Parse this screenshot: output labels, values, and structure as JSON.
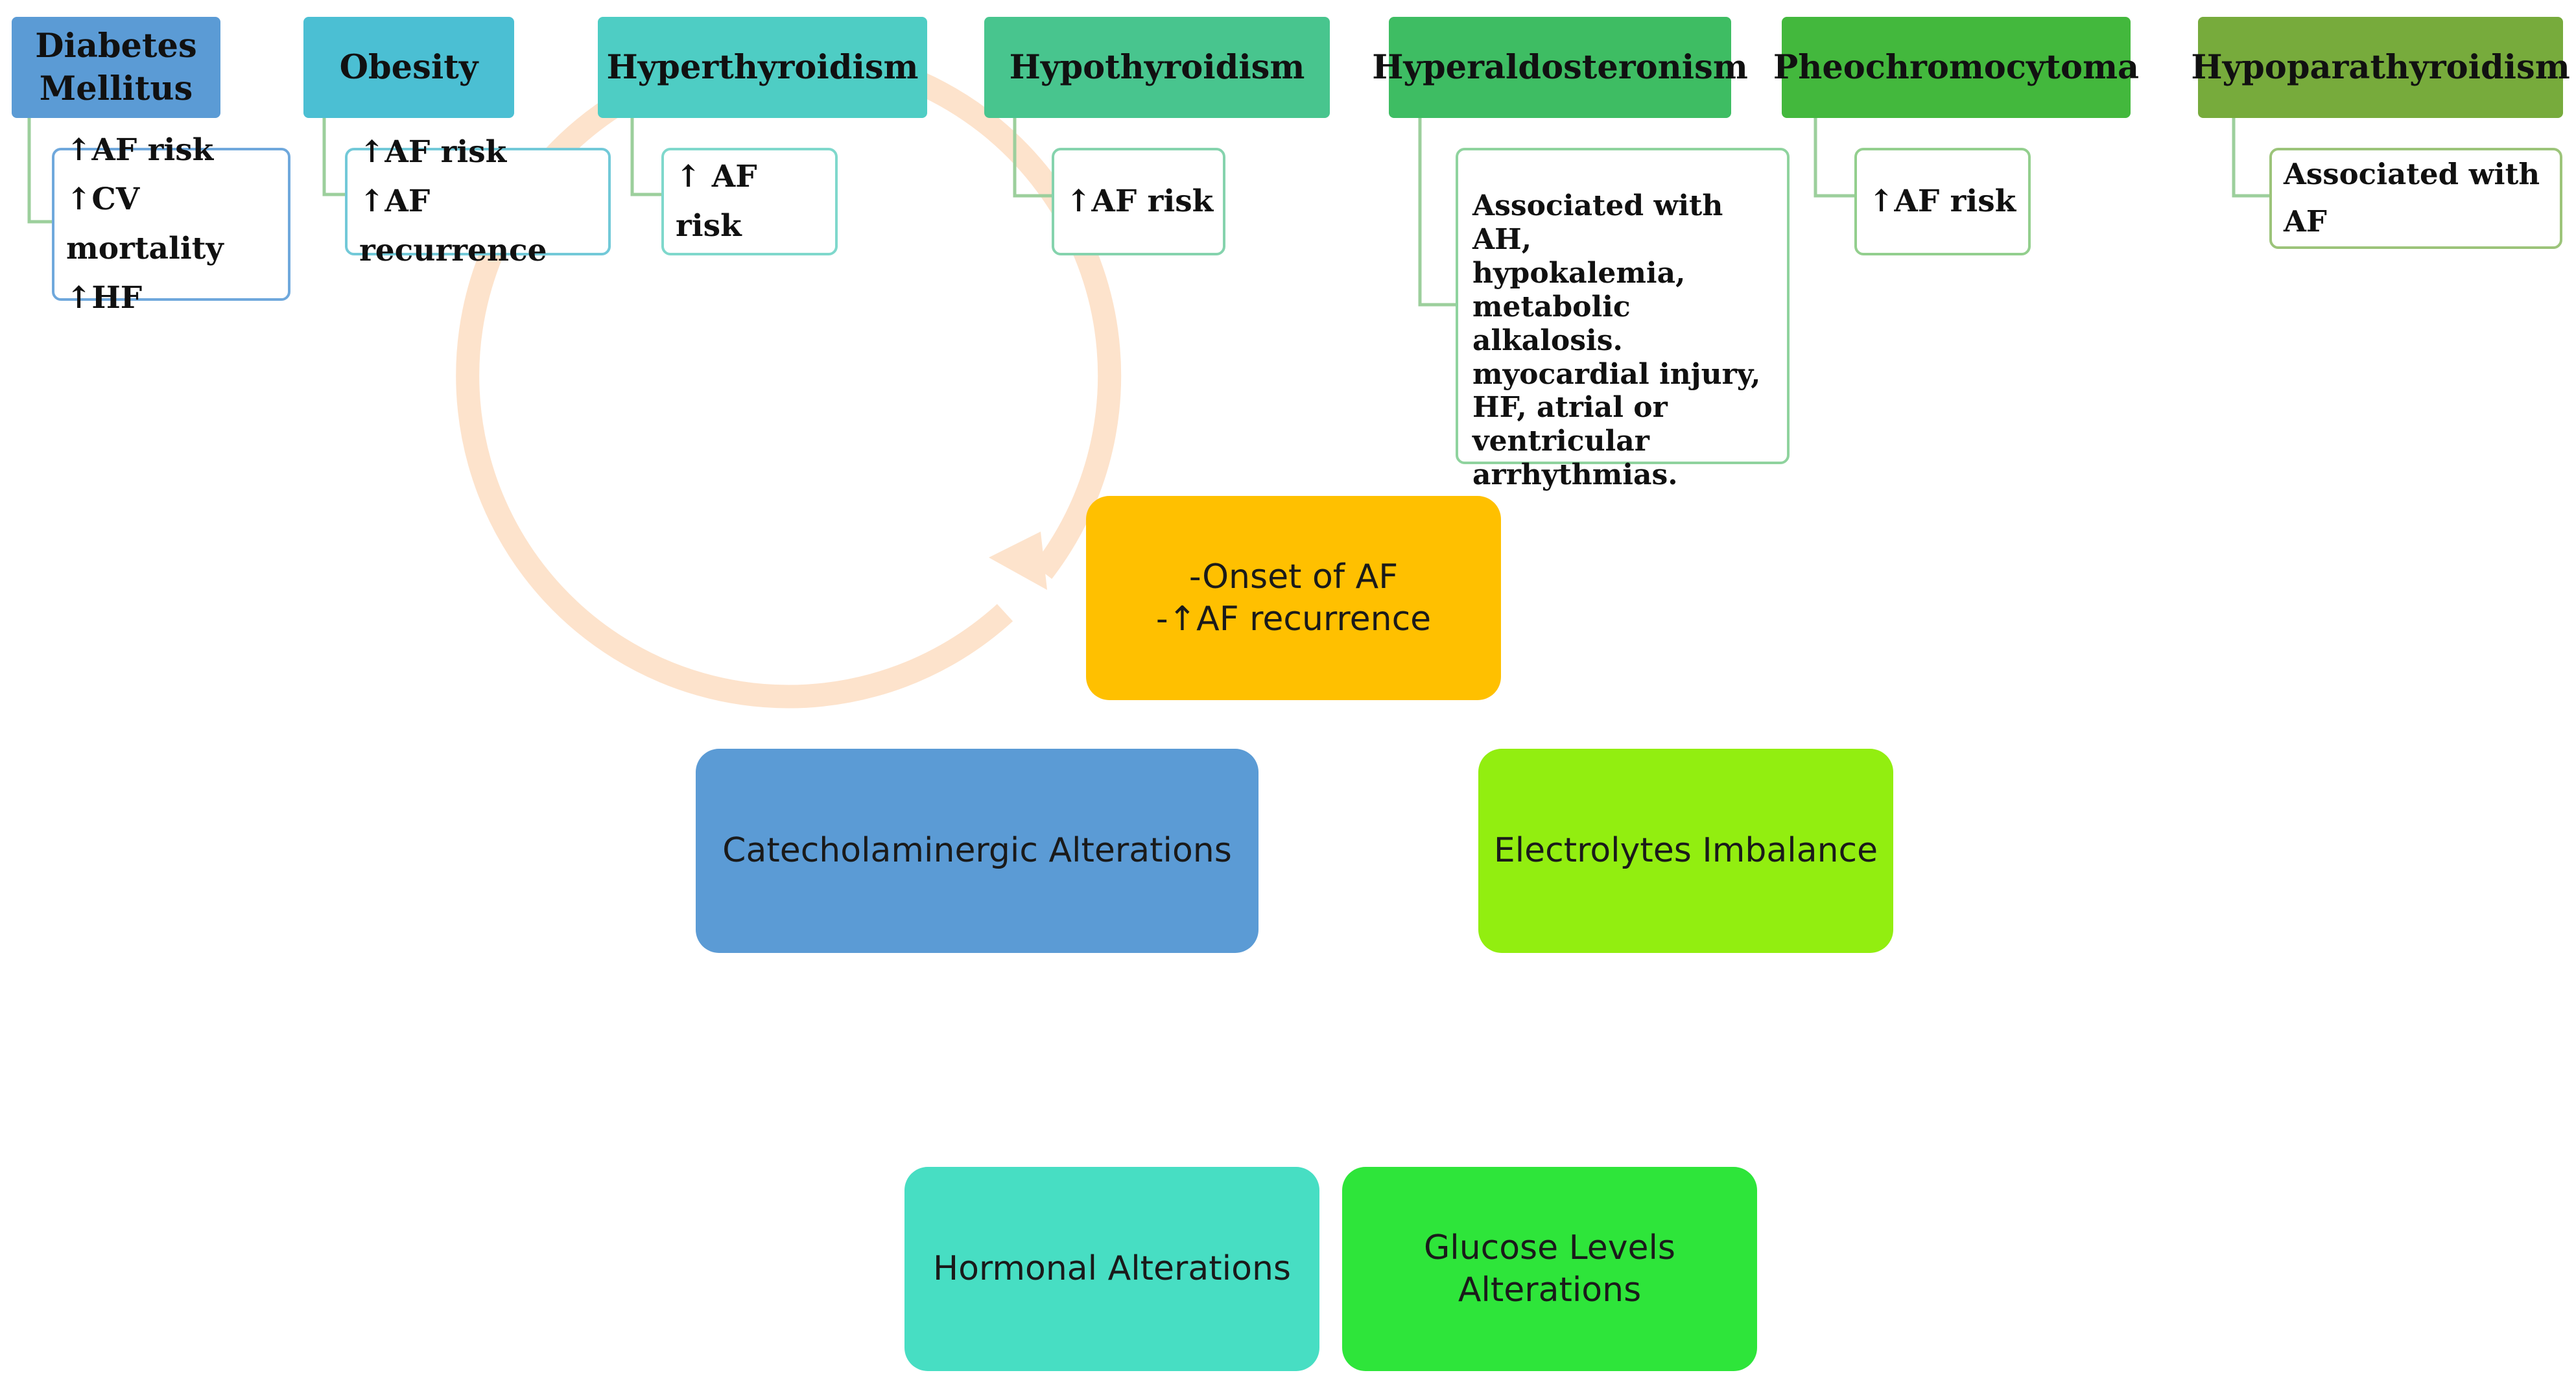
{
  "conditions": [
    {
      "title": "Diabetes\nMellitus",
      "effect": "↑AF risk\n↑CV mortality\n↑HF",
      "header_color": "#5b9bd5",
      "border_color": "#6fa8dc"
    },
    {
      "title": "Obesity",
      "effect": "↑AF risk\n↑AF recurrence",
      "header_color": "#4bbfd3",
      "border_color": "#72c9d8"
    },
    {
      "title": "Hyperthyroidism",
      "effect": "↑ AF risk",
      "header_color": "#4ecdc4",
      "border_color": "#7fd8cc"
    },
    {
      "title": "Hypothyroidism",
      "effect": "↑AF risk",
      "header_color": "#48c58e",
      "border_color": "#85d3ad"
    },
    {
      "title": "Hyperaldosteronism",
      "effect": "Associated with AH,\nhypokalemia,\nmetabolic alkalosis.\nmyocardial injury,\nHF, atrial or\nventricular\narrhythmias.",
      "header_color": "#3ebd63",
      "border_color": "#8fd39e"
    },
    {
      "title": "Pheochromocytoma",
      "effect": "↑AF risk",
      "header_color": "#43b83d",
      "border_color": "#93cf8e"
    },
    {
      "title": "Hypoparathyroidism",
      "effect": "Associated with  AF",
      "header_color": "#77ab3c",
      "border_color": "#9cc47a"
    }
  ],
  "cycle": {
    "center": {
      "label": "-Onset of AF\n-↑AF recurrence",
      "color": "#ffc000"
    },
    "nodes": [
      {
        "label": "Electrolytes Imbalance",
        "color": "#92ee10"
      },
      {
        "label": "Glucose Levels\nAlterations",
        "color": "#2ee53a"
      },
      {
        "label": "Hormonal Alterations",
        "color": "#47dec3"
      },
      {
        "label": "Catecholaminergic Alterations",
        "color": "#5b9bd5"
      }
    ],
    "ring_color": "#fde3cc"
  }
}
